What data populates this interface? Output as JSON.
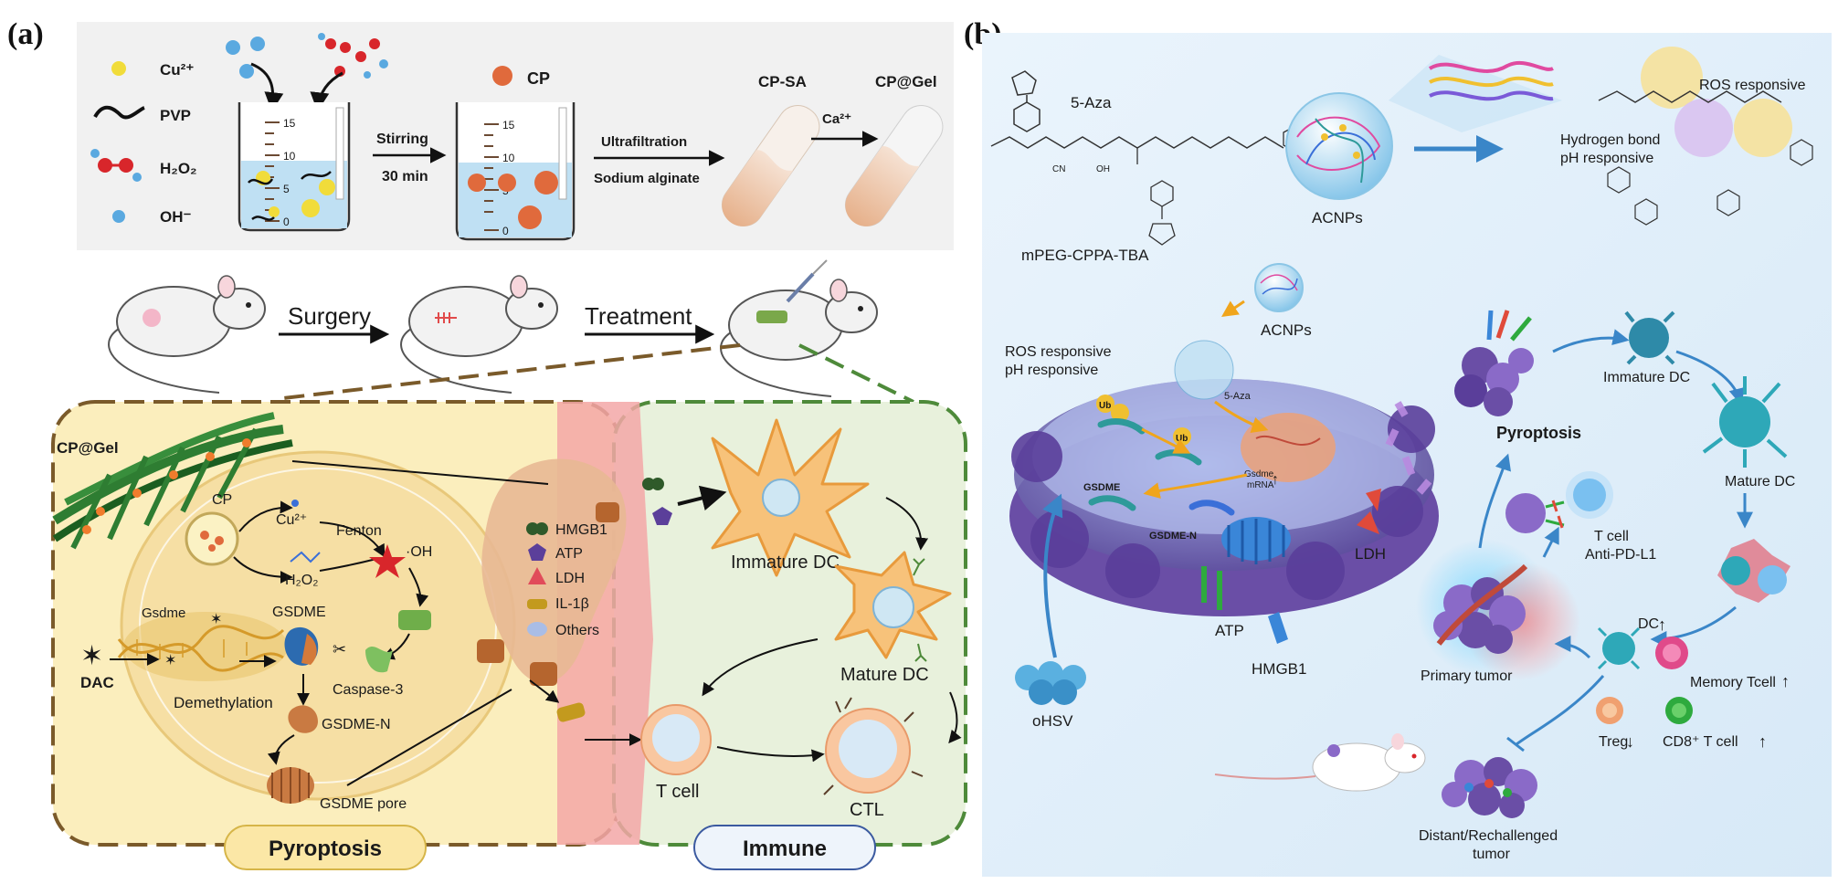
{
  "panel_a": {
    "label": "(a)",
    "synthesis": {
      "legend": [
        {
          "name": "cu-ion",
          "label": "Cu²⁺",
          "color": "#f1dc3a"
        },
        {
          "name": "pvp",
          "label": "PVP",
          "color": "#111111"
        },
        {
          "name": "h2o2",
          "label": "H₂O₂",
          "color": "#d8262b"
        },
        {
          "name": "oh",
          "label": "OH⁻",
          "color": "#5aa9e0"
        }
      ],
      "beaker_ticks": [
        "15",
        "10",
        "5",
        "0"
      ],
      "step1_top": "Stirring",
      "step1_bottom": "30 min",
      "cp_label": "CP",
      "step2_top": "Ultrafiltration",
      "step2_bottom": "Sodium alginate",
      "cpsa_label": "CP-SA",
      "ca_label": "Ca²⁺",
      "cpgel_label": "CP@Gel"
    },
    "mice": {
      "surgery": "Surgery",
      "treatment": "Treatment"
    },
    "mechanism": {
      "cpgel": "CP@Gel",
      "cp": "CP",
      "cu": "Cu²⁺",
      "fenton": "Fenton",
      "h2o2": "H₂O₂",
      "oh": "·OH",
      "gsdme_gene": "Gsdme",
      "gsdme": "GSDME",
      "dac": "DAC",
      "demethylation": "Demethylation",
      "caspase": "Caspase-3",
      "gsdme_n": "GSDME-N",
      "gsdme_pore": "GSDME pore",
      "legend": [
        "HMGB1",
        "ATP",
        "LDH",
        "IL-1β",
        "Others"
      ],
      "immature_dc": "Immature DC",
      "mature_dc": "Mature DC",
      "t_cell": "T cell",
      "ctl": "CTL",
      "pyroptosis": "Pyroptosis",
      "immune": "Immune"
    }
  },
  "panel_b": {
    "label": "(b)",
    "aza": "5-Aza",
    "polymer": "mPEG-CPPA-TBA",
    "acnps": "ACNPs",
    "ros_responsive": "ROS responsive",
    "hydrogen_bond": "Hydrogen bond",
    "ph_responsive": "pH responsive",
    "acnps2": "ACNPs",
    "ros_ph_line1": "ROS responsive",
    "ros_ph_line2": "pH responsive",
    "ub": "Ub",
    "aza_small": "5-Aza",
    "gsdme": "GSDME",
    "gsdme_mrna_1": "Gsdme",
    "gsdme_mrna_2": "mRNA",
    "gsdme_n": "GSDME-N",
    "ldh": "LDH",
    "atp": "ATP",
    "hmgb1": "HMGB1",
    "ohsv": "oHSV",
    "pyroptosis": "Pyroptosis",
    "immature_dc": "Immature DC",
    "mature_dc": "Mature DC",
    "t_cell": "T cell",
    "anti_pdl1": "Anti-PD-L1",
    "dc": "DC",
    "memory_tcell": "Memory Tcell",
    "primary_tumor": "Primary tumor",
    "treg": "Treg",
    "cd8": "CD8⁺ T cell",
    "distant_1": "Distant/Rechallenged",
    "distant_2": "tumor",
    "colors": {
      "pyroptosis": "#e8202a",
      "up": "#e8202a",
      "down": "#2eaa3e"
    }
  }
}
